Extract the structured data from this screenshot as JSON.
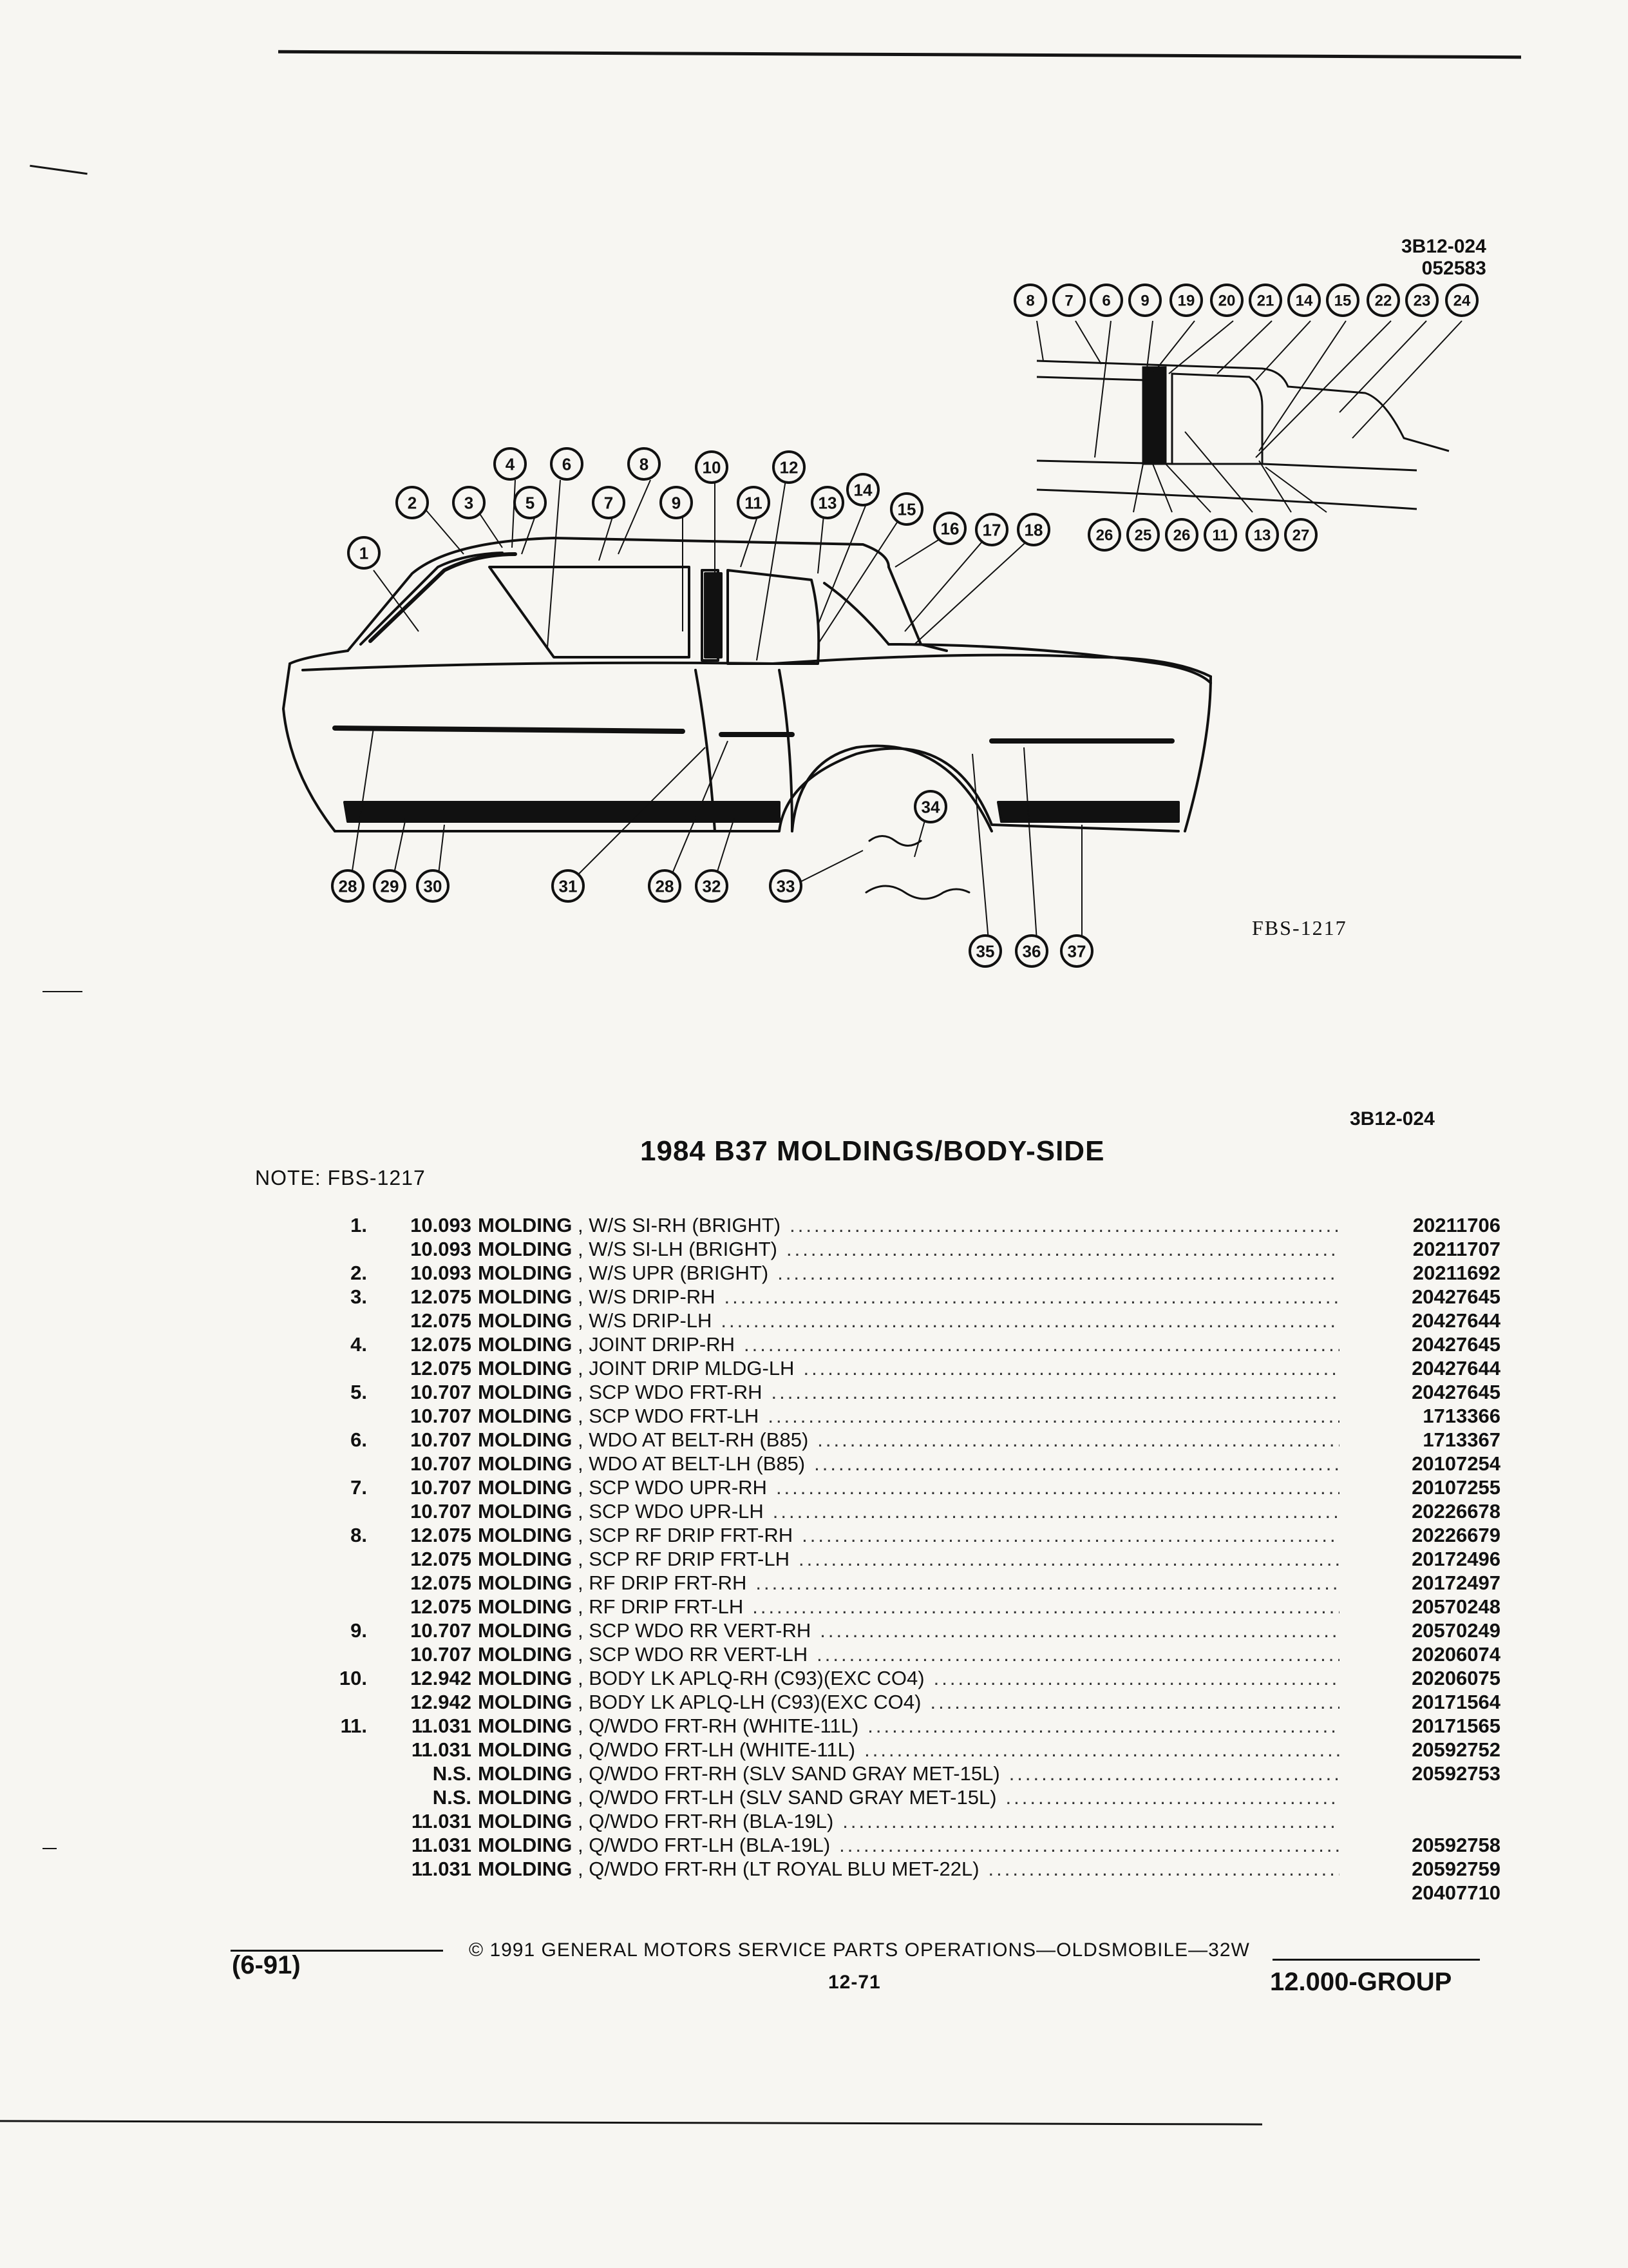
{
  "figure": {
    "id_line1": "3B12-024",
    "id_line2": "052583",
    "code": "FBS-1217",
    "callouts": [
      "1",
      "2",
      "3",
      "4",
      "5",
      "6",
      "7",
      "8",
      "9",
      "10",
      "11",
      "12",
      "13",
      "14",
      "15",
      "16",
      "17",
      "18",
      "28",
      "29",
      "30",
      "31",
      "28",
      "32",
      "33",
      "34",
      "35",
      "36",
      "37"
    ],
    "detail_callouts_top": [
      "8",
      "7",
      "6",
      "9",
      "19",
      "20",
      "21",
      "14",
      "15",
      "22",
      "23",
      "24"
    ],
    "detail_callouts_bottom": [
      "26",
      "25",
      "26",
      "11",
      "13",
      "27"
    ]
  },
  "header": {
    "section_id": "3B12-024",
    "title": "1984 B37 MOLDINGS/BODY-SIDE",
    "note": "NOTE:  FBS-1217"
  },
  "parts": [
    {
      "item": "1.",
      "code": "10.093",
      "name": "MOLDING",
      "desc": ", W/S SI-RH (BRIGHT)",
      "pn": "20211706"
    },
    {
      "item": "",
      "code": "10.093",
      "name": "MOLDING",
      "desc": ", W/S SI-LH (BRIGHT)",
      "pn": "20211707"
    },
    {
      "item": "2.",
      "code": "10.093",
      "name": "MOLDING",
      "desc": ", W/S UPR (BRIGHT)",
      "pn": "20211692"
    },
    {
      "item": "3.",
      "code": "12.075",
      "name": "MOLDING",
      "desc": ", W/S DRIP-RH",
      "pn": "20427645"
    },
    {
      "item": "",
      "code": "12.075",
      "name": "MOLDING",
      "desc": ", W/S DRIP-LH",
      "pn": "20427644"
    },
    {
      "item": "4.",
      "code": "12.075",
      "name": "MOLDING",
      "desc": ", JOINT DRIP-RH",
      "pn": "20427645"
    },
    {
      "item": "",
      "code": "12.075",
      "name": "MOLDING",
      "desc": ", JOINT DRIP MLDG-LH",
      "pn": "20427644"
    },
    {
      "item": "5.",
      "code": "10.707",
      "name": "MOLDING",
      "desc": ", SCP WDO FRT-RH",
      "pn": "20427645"
    },
    {
      "item": "",
      "code": "10.707",
      "name": "MOLDING",
      "desc": ", SCP WDO FRT-LH",
      "pn": "1713366"
    },
    {
      "item": "6.",
      "code": "10.707",
      "name": "MOLDING",
      "desc": ", WDO AT BELT-RH (B85)",
      "pn": "1713367"
    },
    {
      "item": "",
      "code": "10.707",
      "name": "MOLDING",
      "desc": ", WDO AT BELT-LH (B85)",
      "pn": "20107254"
    },
    {
      "item": "7.",
      "code": "10.707",
      "name": "MOLDING",
      "desc": ", SCP WDO UPR-RH",
      "pn": "20107255"
    },
    {
      "item": "",
      "code": "10.707",
      "name": "MOLDING",
      "desc": ", SCP WDO UPR-LH",
      "pn": "20226678"
    },
    {
      "item": "8.",
      "code": "12.075",
      "name": "MOLDING",
      "desc": ", SCP RF DRIP FRT-RH",
      "pn": "20226679"
    },
    {
      "item": "",
      "code": "12.075",
      "name": "MOLDING",
      "desc": ", SCP RF DRIP FRT-LH",
      "pn": "20172496"
    },
    {
      "item": "",
      "code": "12.075",
      "name": "MOLDING",
      "desc": ", RF DRIP FRT-RH",
      "pn": "20172497"
    },
    {
      "item": "",
      "code": "12.075",
      "name": "MOLDING",
      "desc": ", RF DRIP FRT-LH",
      "pn": "20570248"
    },
    {
      "item": "9.",
      "code": "10.707",
      "name": "MOLDING",
      "desc": ", SCP WDO RR VERT-RH",
      "pn": "20570249"
    },
    {
      "item": "",
      "code": "10.707",
      "name": "MOLDING",
      "desc": ", SCP WDO RR VERT-LH",
      "pn": "20206074"
    },
    {
      "item": "10.",
      "code": "12.942",
      "name": "MOLDING",
      "desc": ", BODY LK APLQ-RH (C93)(EXC CO4)",
      "pn": "20206075"
    },
    {
      "item": "",
      "code": "12.942",
      "name": "MOLDING",
      "desc": ", BODY LK APLQ-LH (C93)(EXC CO4)",
      "pn": "20171564"
    },
    {
      "item": "11.",
      "code": "11.031",
      "name": "MOLDING",
      "desc": ", Q/WDO FRT-RH (WHITE-11L)",
      "pn": "20171565"
    },
    {
      "item": "",
      "code": "11.031",
      "name": "MOLDING",
      "desc": ", Q/WDO FRT-LH (WHITE-11L)",
      "pn": "20592752"
    },
    {
      "item": "",
      "code": "N.S.",
      "name": "MOLDING",
      "desc": ", Q/WDO FRT-RH (SLV SAND GRAY MET-15L)",
      "pn": "20592753"
    },
    {
      "item": "",
      "code": "N.S.",
      "name": "MOLDING",
      "desc": ", Q/WDO FRT-LH (SLV SAND GRAY MET-15L)",
      "pn": ""
    },
    {
      "item": "",
      "code": "11.031",
      "name": "MOLDING",
      "desc": ", Q/WDO FRT-RH (BLA-19L)",
      "pn": ""
    },
    {
      "item": "",
      "code": "11.031",
      "name": "MOLDING",
      "desc": ", Q/WDO FRT-LH (BLA-19L)",
      "pn": "20592758"
    },
    {
      "item": "",
      "code": "11.031",
      "name": "MOLDING",
      "desc": ", Q/WDO FRT-RH (LT ROYAL BLU MET-22L)",
      "pn": "20592759"
    },
    {
      "item": "",
      "code": "",
      "name": "",
      "desc": "",
      "pn": "20407710"
    }
  ],
  "footer": {
    "date_code": "(6-91)",
    "copyright": "©  1991  GENERAL MOTORS SERVICE PARTS OPERATIONS—OLDSMOBILE—32W",
    "page": "12-71",
    "group": "12.000-GROUP"
  }
}
